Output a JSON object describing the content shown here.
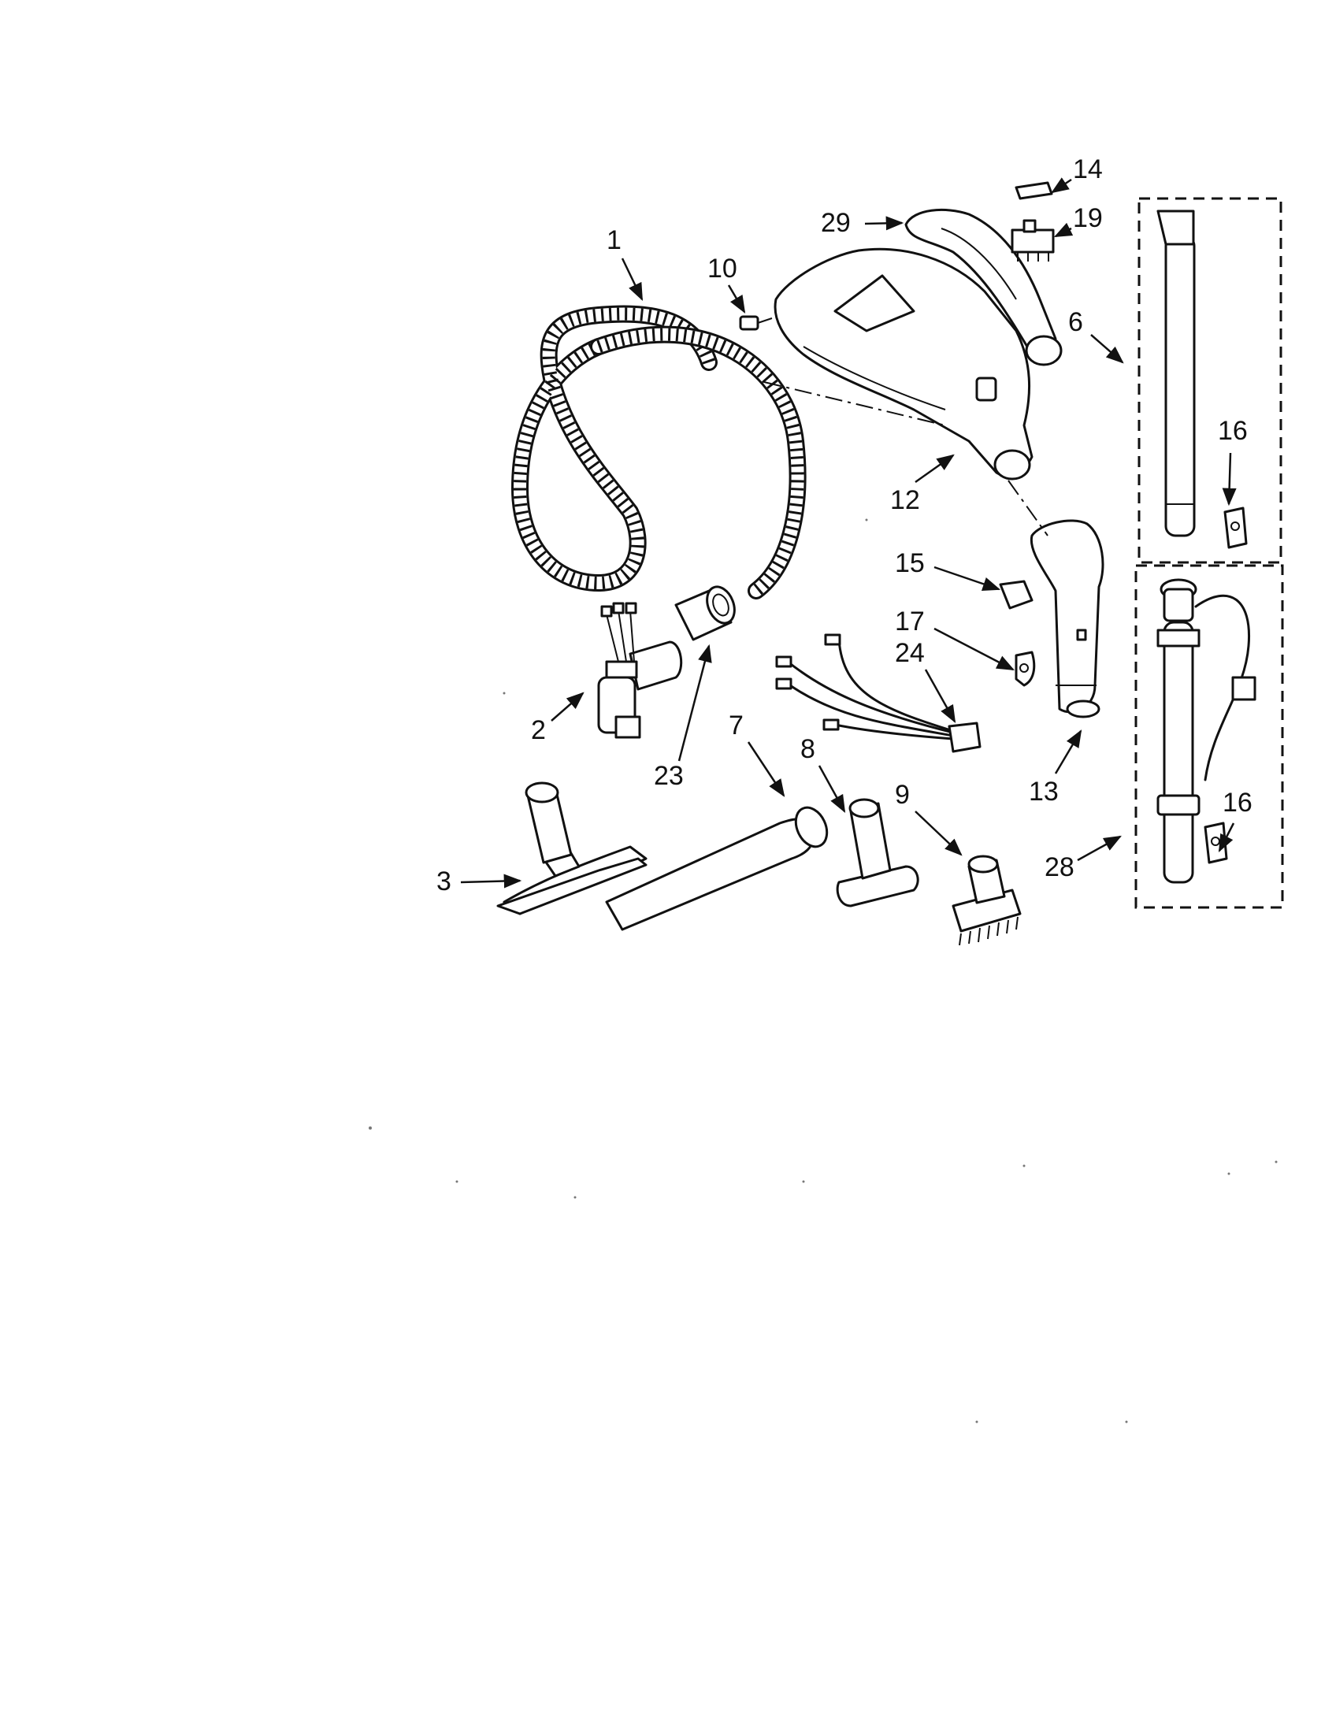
{
  "callouts": [
    "1",
    "2",
    "3",
    "6",
    "7",
    "8",
    "9",
    "10",
    "12",
    "13",
    "14",
    "15",
    "16",
    "16",
    "17",
    "19",
    "23",
    "24",
    "28",
    "29"
  ]
}
